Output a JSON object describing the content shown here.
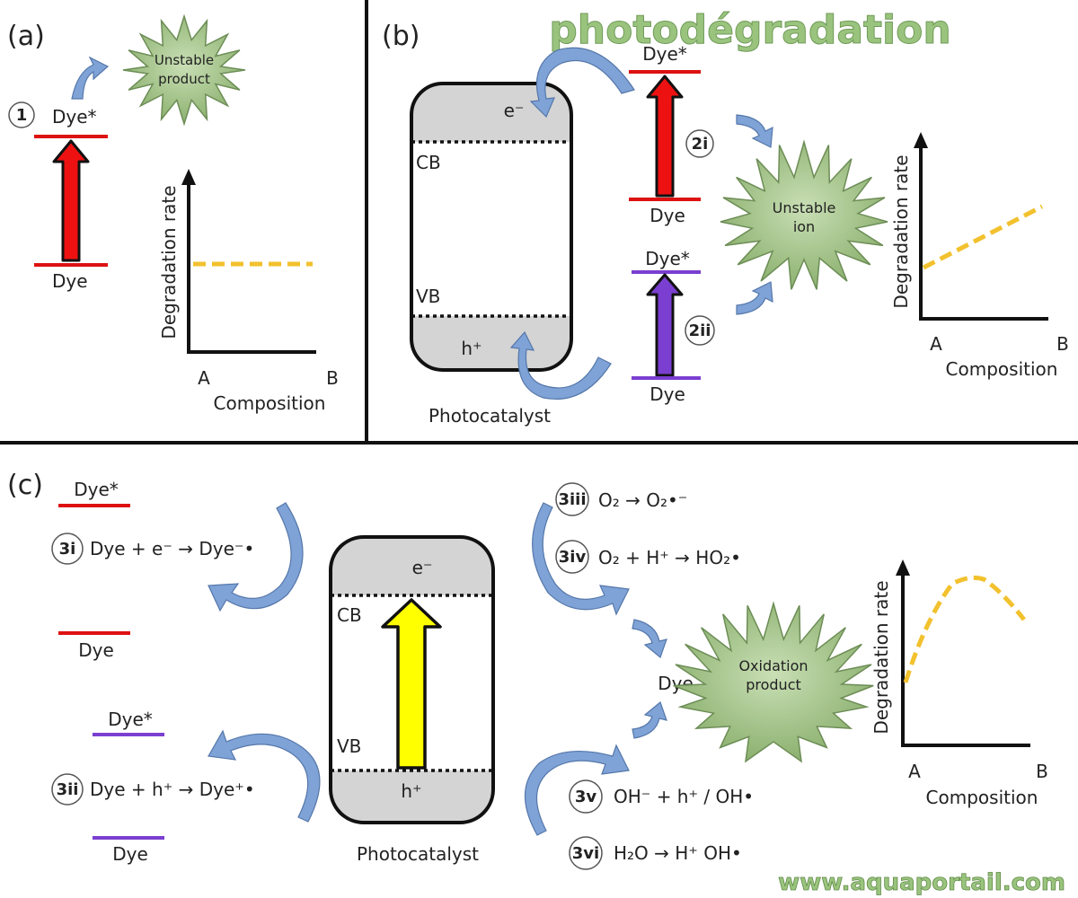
{
  "watermark": {
    "title": "photodégradation",
    "url": "www.aquaportail.com"
  },
  "panel_a": {
    "tag": "(a)",
    "step": "1",
    "dye_excited": "Dye*",
    "dye_ground": "Dye",
    "product": [
      "Unstable",
      "product"
    ],
    "chart": {
      "ylabel": "Degradation rate",
      "xlabel": "Composition",
      "x_start": "A",
      "x_end": "B",
      "trend": "constant"
    }
  },
  "panel_b": {
    "tag": "(b)",
    "photocatalyst": "Photocatalyst",
    "cb": "CB",
    "vb": "VB",
    "electron": "e⁻",
    "hole": "h⁺",
    "step_2i": "2i",
    "step_2ii": "2ii",
    "dye_excited": "Dye*",
    "dye_ground": "Dye",
    "product": [
      "Unstable",
      "ion"
    ],
    "chart": {
      "ylabel": "Degradation rate",
      "xlabel": "Composition",
      "x_start": "A",
      "x_end": "B",
      "trend": "increasing"
    }
  },
  "panel_c": {
    "tag": "(c)",
    "photocatalyst": "Photocatalyst",
    "cb": "CB",
    "vb": "VB",
    "electron": "e⁻",
    "hole": "h⁺",
    "dye_excited": "Dye*",
    "dye_ground": "Dye",
    "dye_label": "Dye",
    "product": [
      "Oxidation",
      "product"
    ],
    "reactions": {
      "r3i": {
        "id": "3i",
        "text": "Dye + e⁻ → Dye⁻•"
      },
      "r3ii": {
        "id": "3ii",
        "text": "Dye + h⁺ → Dye⁺•"
      },
      "r3iii": {
        "id": "3iii",
        "text": "O₂ → O₂•⁻"
      },
      "r3iv": {
        "id": "3iv",
        "text": "O₂ + H⁺ → HO₂•"
      },
      "r3v": {
        "id": "3v",
        "text": "OH⁻ + h⁺ / OH•"
      },
      "r3vi": {
        "id": "3vi",
        "text": "H₂O → H⁺ OH•"
      }
    },
    "chart": {
      "ylabel": "Degradation rate",
      "xlabel": "Composition",
      "x_start": "A",
      "x_end": "B",
      "trend": "peak"
    }
  },
  "colors": {
    "red": "#dd1111",
    "purple": "#7a3fd0",
    "yellow": "#ffff00",
    "curve": "#f2c12e",
    "curved_arrow": "#7fa3d6",
    "starburst": "#9dbf82",
    "panel_gray": "#d4d4d4",
    "watermark": "#9ac47e"
  }
}
